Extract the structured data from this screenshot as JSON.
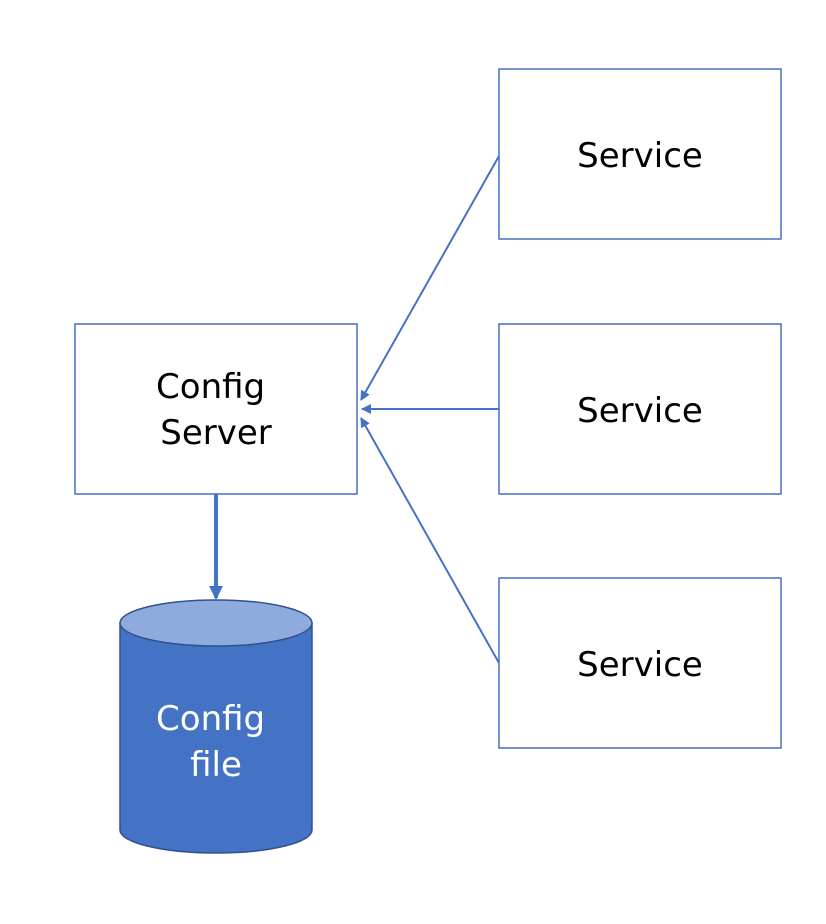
{
  "nodes": {
    "config_server": {
      "lines": [
        "Config",
        "Server"
      ]
    },
    "config_file": {
      "lines": [
        "Config",
        "file"
      ]
    },
    "services": [
      {
        "label": "Service"
      },
      {
        "label": "Service"
      },
      {
        "label": "Service"
      }
    ]
  },
  "edges": [
    {
      "from": "service_1",
      "to": "config_server"
    },
    {
      "from": "service_2",
      "to": "config_server"
    },
    {
      "from": "service_3",
      "to": "config_server"
    },
    {
      "from": "config_server",
      "to": "config_file"
    }
  ],
  "colors": {
    "stroke": "#4472c4",
    "cylinder_body": "#4472c4",
    "cylinder_top": "#8faadc",
    "cylinder_outline": "#2f528f"
  }
}
